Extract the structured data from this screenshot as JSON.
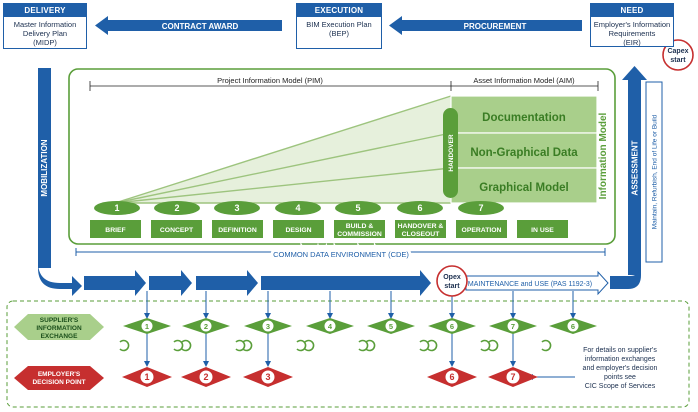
{
  "top": {
    "delivery": {
      "head": "DELIVERY",
      "line1": "Master Information",
      "line2": "Delivery Plan",
      "line3": "(MIDP)"
    },
    "execution": {
      "head": "EXECUTION",
      "line1": "BIM Execution Plan",
      "line2": "(BEP)"
    },
    "need": {
      "head": "NEED",
      "line1": "Employer's Information",
      "line2": "Requirements",
      "line3": "(EIR)"
    },
    "contract_award": "CONTRACT AWARD",
    "procurement": "PROCUREMENT"
  },
  "side": {
    "mobilization": "MOBILIZATION",
    "assessment": "ASSESSMENT",
    "maintain": "Maintain, Refurbish, End of Life or Build",
    "information_model": "Information Model"
  },
  "capex": {
    "line1": "Capex",
    "line2": "start"
  },
  "opex": {
    "line1": "Opex",
    "line2": "start"
  },
  "models": {
    "pim": "Project Information Model (PIM)",
    "aim": "Asset Information Model (AIM)"
  },
  "handover_vertical": "HANDOVER",
  "layers": [
    "Documentation",
    "Non-Graphical Data",
    "Graphical Model"
  ],
  "stages": [
    {
      "num": "1",
      "label": "BRIEF"
    },
    {
      "num": "2",
      "label": "CONCEPT"
    },
    {
      "num": "3",
      "label": "DEFINITION"
    },
    {
      "num": "4",
      "label": "DESIGN"
    },
    {
      "num": "5",
      "label": "BUILD &",
      "label2": "COMMISSION"
    },
    {
      "num": "6",
      "label": "HANDOVER &",
      "label2": "CLOSEOUT"
    },
    {
      "num": "7",
      "label": "OPERATION"
    },
    {
      "num": "",
      "label": "IN USE"
    }
  ],
  "cde": "COMMON DATA ENVIRONMENT (CDE)",
  "maintenance": "MAINTENANCE and USE (PAS 1192-3)",
  "bottom": {
    "supplier": {
      "line1": "SUPPLIER'S",
      "line2": "INFORMATION",
      "line3": "EXCHANGE"
    },
    "employer": {
      "line1": "EMPLOYER'S",
      "line2": "DECISION POINT"
    },
    "exchange_nums": [
      "1",
      "2",
      "3",
      "4",
      "5",
      "6",
      "7",
      "6"
    ],
    "decision_nums": [
      "1",
      "2",
      "3",
      "6",
      "7"
    ],
    "note": {
      "line1": "For details on supplier's",
      "line2": "information exchanges",
      "line3": "and employer's decision",
      "line4": "points see",
      "line5": "CIC Scope of Services"
    }
  },
  "colors": {
    "blue": "#1f5fa8",
    "green": "#5a9e3a",
    "light_green": "#a9cf8b",
    "red": "#c62f2f"
  }
}
